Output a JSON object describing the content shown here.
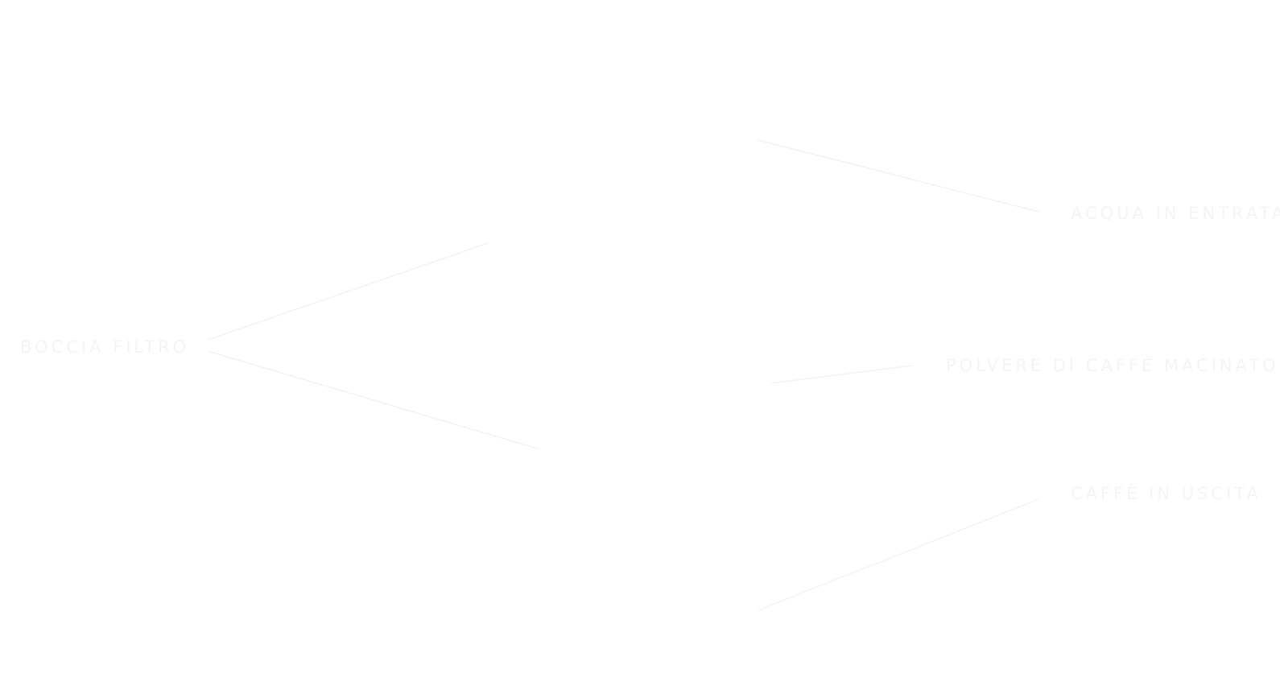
{
  "labels": {
    "root": "BOCCIA FILTRO",
    "top": "ACQUA IN ENTRATA",
    "middle": "POLVERE DI CAFFÈ MACINATO",
    "bottom": "CAFFÈ IN USCITA"
  },
  "colors": {
    "text": "#f4f4f4",
    "line": "#f1f1f1",
    "background": "#ffffff"
  }
}
